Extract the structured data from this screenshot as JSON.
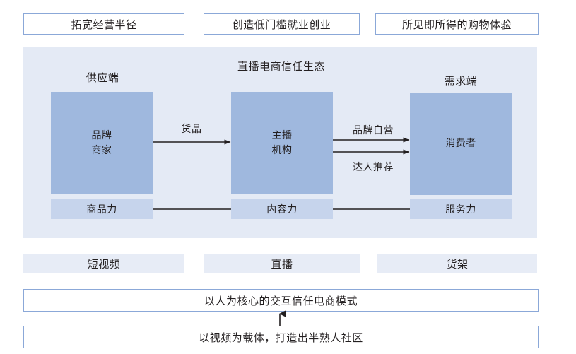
{
  "diagram": {
    "title": "直播电商信任生态",
    "outcomes": [
      {
        "label": "拓宽经营半径"
      },
      {
        "label": "创造低门槛就业创业"
      },
      {
        "label": "所见即所得的购物体验"
      }
    ],
    "side_labels": {
      "supply": "供应端",
      "demand": "需求端"
    },
    "actors": [
      {
        "line1": "品牌",
        "line2": "商家"
      },
      {
        "line1": "主播",
        "line2": "机构"
      },
      {
        "line1": "消费者",
        "line2": ""
      }
    ],
    "flows": [
      {
        "label": "货品"
      },
      {
        "label": "品牌自营"
      },
      {
        "label": "达人推荐"
      }
    ],
    "capabilities": [
      {
        "label": "商品力"
      },
      {
        "label": "内容力"
      },
      {
        "label": "服务力"
      }
    ],
    "channels": [
      {
        "label": "短视频"
      },
      {
        "label": "直播"
      },
      {
        "label": "货架"
      }
    ],
    "statements": [
      {
        "label": "以人为核心的交互信任电商模式"
      },
      {
        "label": "以视频为载体，打造出半熟人社区"
      }
    ],
    "colors": {
      "panel_bg": "#e4eaf5",
      "actor_fill": "#9fb8de",
      "capability_fill": "#c6d4ec",
      "channel_fill": "#e7ecf6",
      "border_blue": "#8ba8d8",
      "connector": "#231f20"
    }
  }
}
